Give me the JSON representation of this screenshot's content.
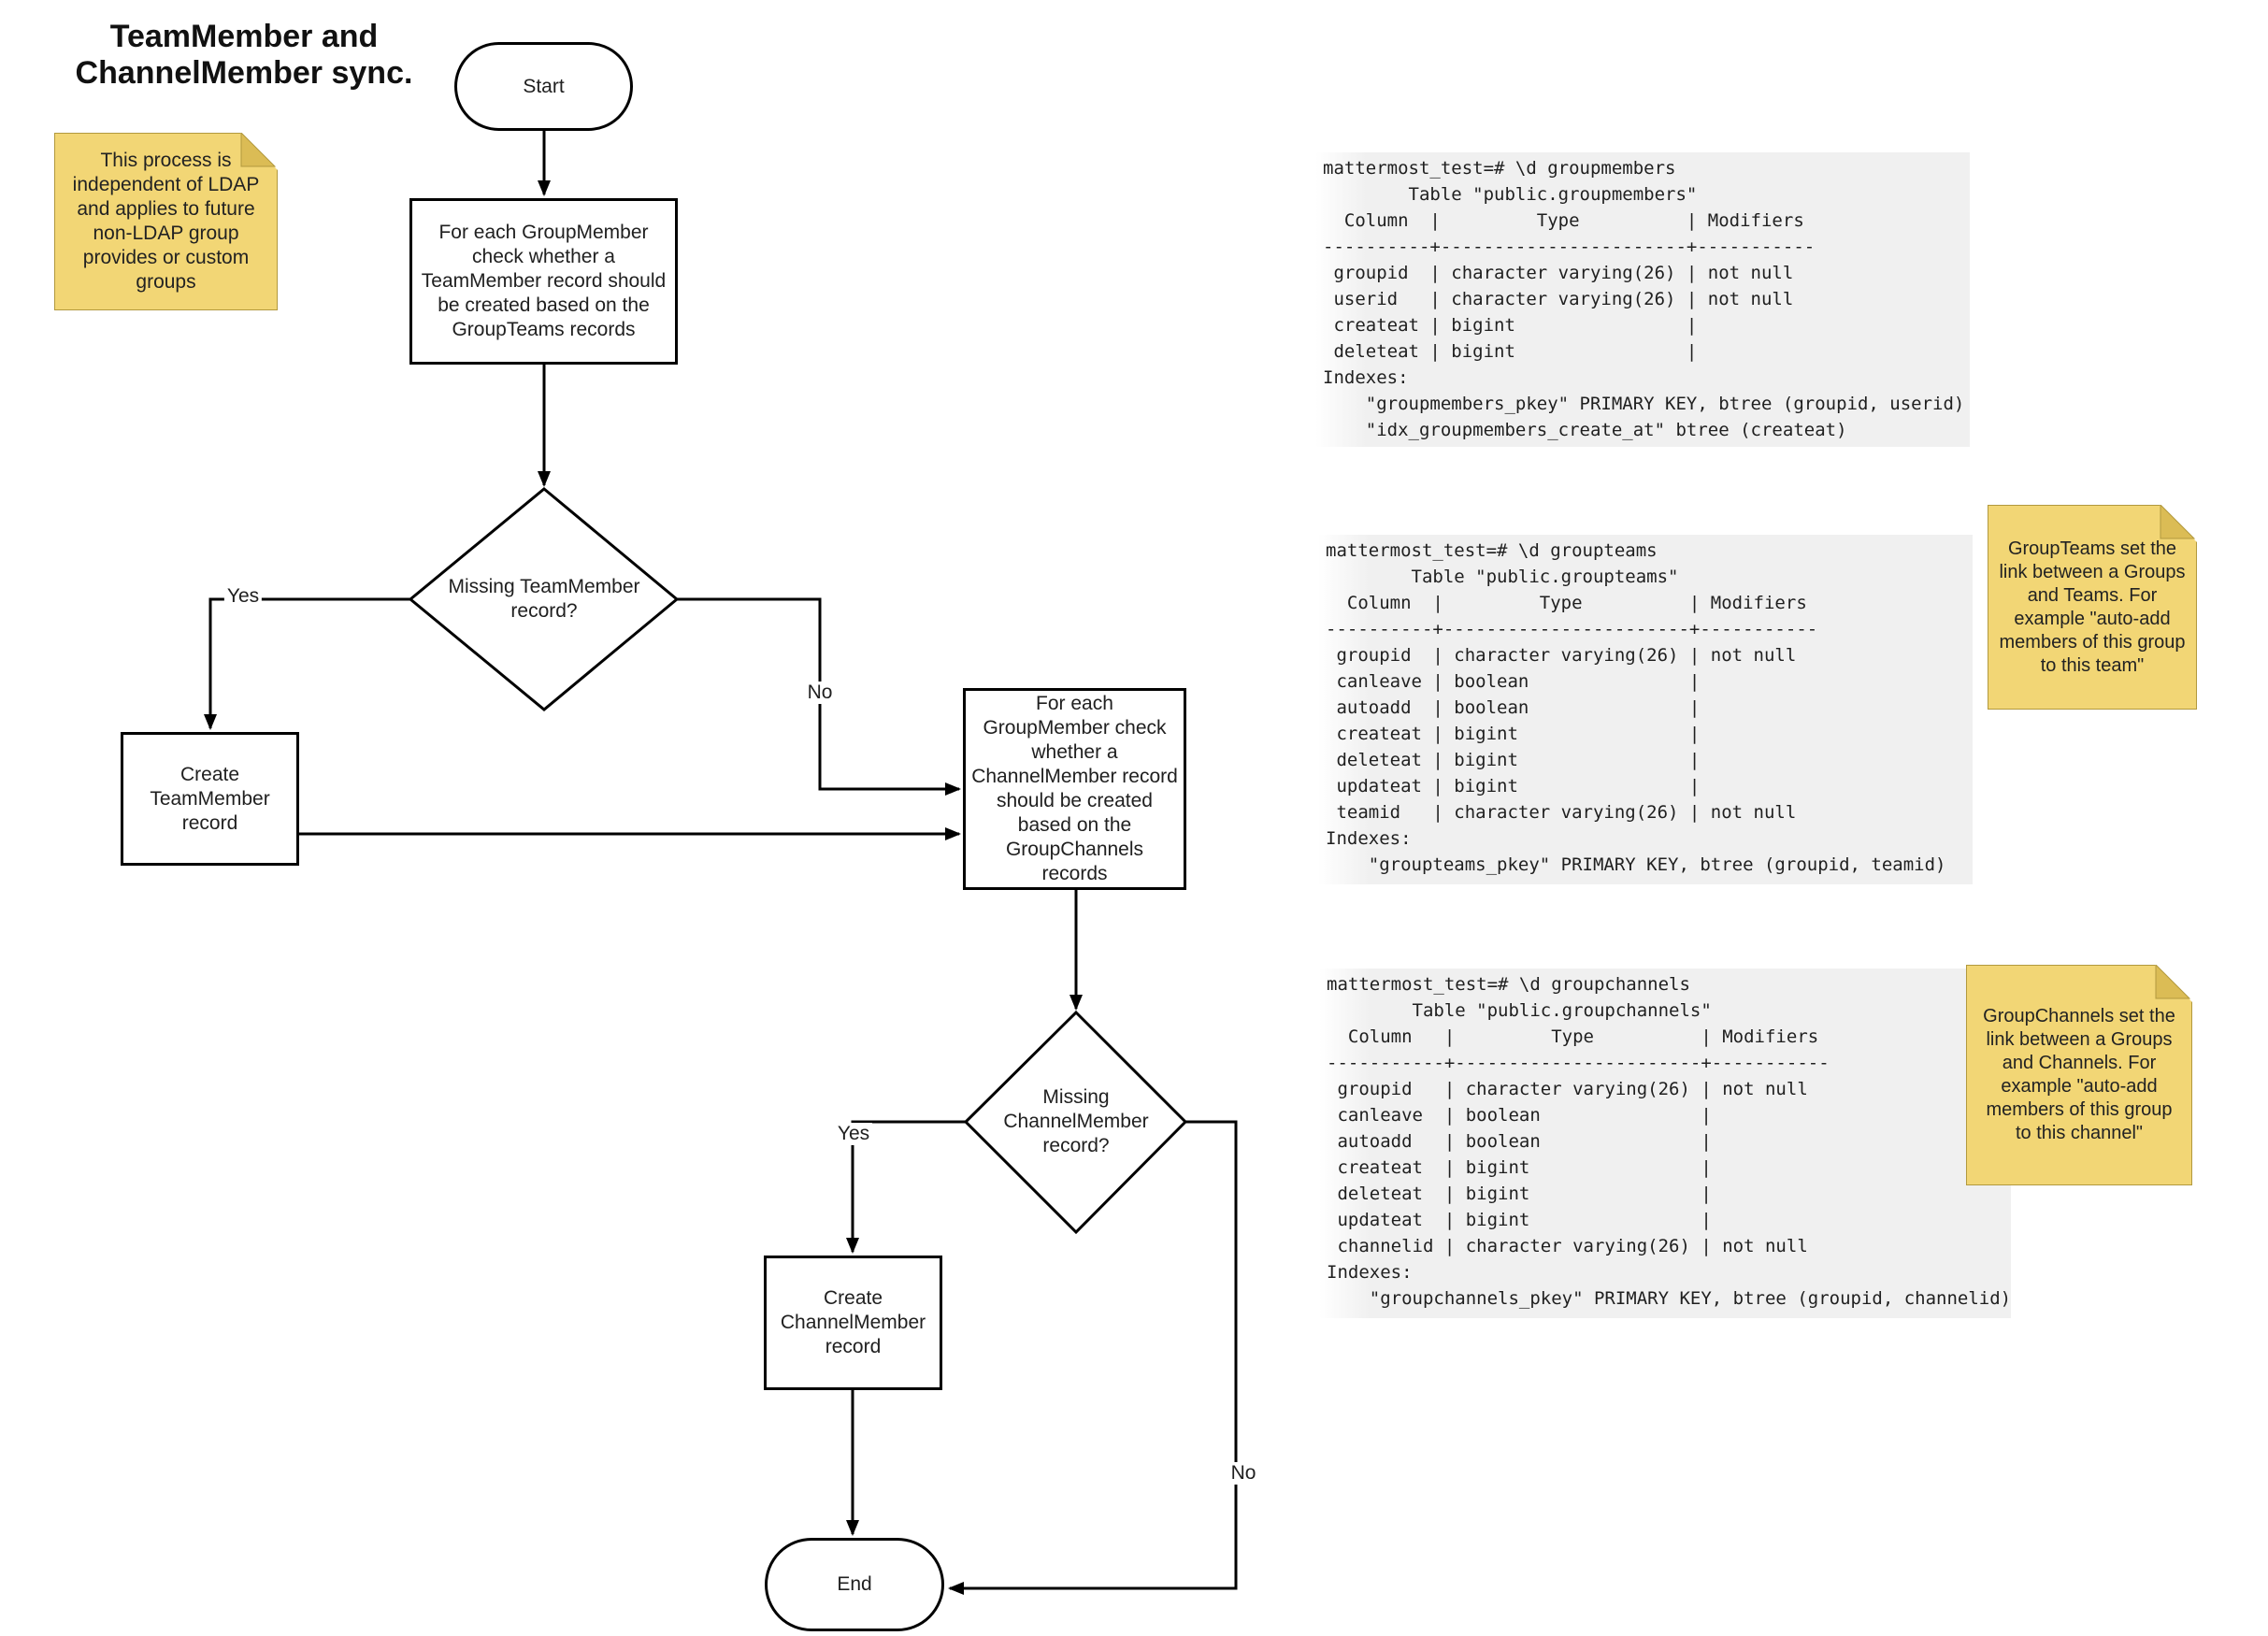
{
  "title": "TeamMember and\nChannelMember sync.",
  "flowchart": {
    "start_label": "Start",
    "end_label": "End",
    "process1": "For each GroupMember\ncheck whether a\nTeamMember record should\nbe created based on the\nGroupTeams records",
    "decision1": "Missing TeamMember\nrecord?",
    "create_team_member": "Create\nTeamMember\nrecord",
    "process2": "For each\nGroupMember check\nwhether a\nChannelMember record\nshould be created\nbased on the\nGroupChannels\nrecords",
    "decision2": "Missing\nChannelMember\nrecord?",
    "create_channel_member": "Create\nChannelMember\nrecord",
    "labels": {
      "yes1": "Yes",
      "no1": "No",
      "yes2": "Yes",
      "no2": "No"
    }
  },
  "notes": {
    "note1": "This process is\nindependent of LDAP\nand applies to future\nnon-LDAP group\nprovides or custom\ngroups",
    "note2": "GroupTeams set the\nlink between a Groups\nand Teams. For\nexample \"auto-add\nmembers of this group\nto this team\"",
    "note3": "GroupChannels set the\nlink between a Groups\nand Channels. For\nexample \"auto-add\nmembers of this group\nto this channel\""
  },
  "code_blocks": [
    {
      "name": "groupmembers",
      "text": "mattermost_test=# \\d groupmembers\n        Table \"public.groupmembers\"\n  Column  |         Type          | Modifiers\n----------+-----------------------+-----------\n groupid  | character varying(26) | not null\n userid   | character varying(26) | not null\n createat | bigint                |\n deleteat | bigint                |\nIndexes:\n    \"groupmembers_pkey\" PRIMARY KEY, btree (groupid, userid)\n    \"idx_groupmembers_create_at\" btree (createat)"
    },
    {
      "name": "groupteams",
      "text": "mattermost_test=# \\d groupteams\n        Table \"public.groupteams\"\n  Column  |         Type          | Modifiers\n----------+-----------------------+-----------\n groupid  | character varying(26) | not null\n canleave | boolean               |\n autoadd  | boolean               |\n createat | bigint                |\n deleteat | bigint                |\n updateat | bigint                |\n teamid   | character varying(26) | not null\nIndexes:\n    \"groupteams_pkey\" PRIMARY KEY, btree (groupid, teamid)"
    },
    {
      "name": "groupchannels",
      "text": "mattermost_test=# \\d groupchannels\n        Table \"public.groupchannels\"\n  Column   |         Type          | Modifiers\n-----------+-----------------------+-----------\n groupid   | character varying(26) | not null\n canleave  | boolean               |\n autoadd   | boolean               |\n createat  | bigint                |\n deleteat  | bigint                |\n updateat  | bigint                |\n channelid | character varying(26) | not null\nIndexes:\n    \"groupchannels_pkey\" PRIMARY KEY, btree (groupid, channelid)"
    }
  ],
  "colors": {
    "shape_stroke": "#000000",
    "shape_fill": "#ffffff",
    "note_fill": "#f2d675",
    "note_fold": "#dbbc55",
    "note_border": "#b2993e",
    "code_bg": "#f0f0f0"
  }
}
